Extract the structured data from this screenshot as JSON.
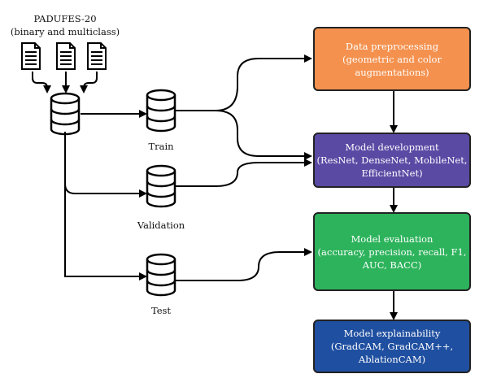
{
  "source": {
    "title": "PADUFES-20",
    "subtitle": "(binary and multiclass)"
  },
  "splits": {
    "train": "Train",
    "validation": "Validation",
    "test": "Test"
  },
  "steps": {
    "preprocessing": {
      "line1": "Data preprocessing",
      "line2": "(geometric and color",
      "line3": "augmentations)",
      "color": "#F4914E"
    },
    "development": {
      "line1": "Model development",
      "line2": "(ResNet, DenseNet, MobileNet,",
      "line3": "EfficientNet)",
      "color": "#5A4AA4"
    },
    "evaluation": {
      "line1": "Model evaluation",
      "line2": "(accuracy, precision, recall, F1,",
      "line3": "AUC, BACC)",
      "color": "#2DB35C"
    },
    "explainability": {
      "line1": "Model explainability",
      "line2": "(GradCAM, GradCAM++,",
      "line3": "AblationCAM)",
      "color": "#1F4FA0"
    }
  },
  "icons": {
    "document": "document-icon",
    "database": "database-icon"
  }
}
